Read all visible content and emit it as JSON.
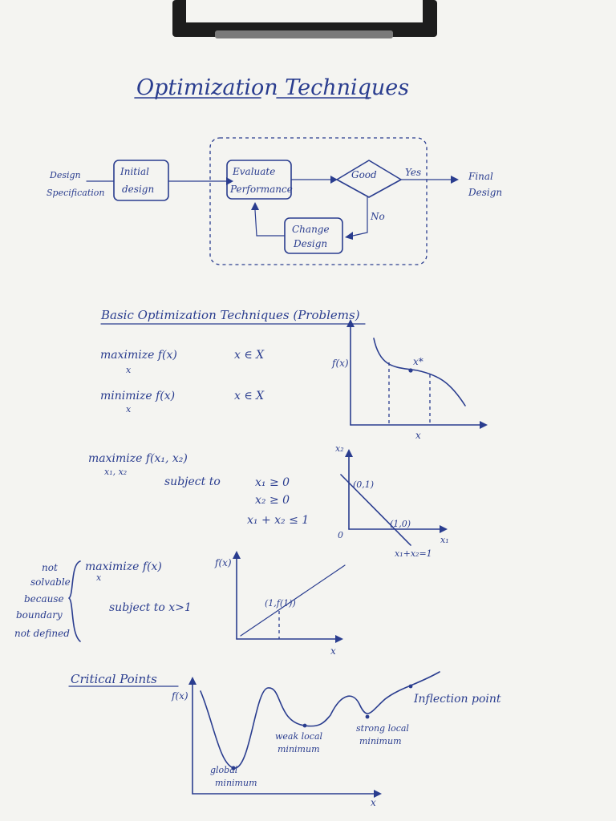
{
  "title": "Optimization Techniques",
  "flow": {
    "design_spec": [
      "Design",
      "Specification"
    ],
    "initial": [
      "Initial",
      "design"
    ],
    "evaluate": [
      "Evaluate",
      "Performance"
    ],
    "good": "Good",
    "yes": "Yes",
    "no": "No",
    "change": [
      "Change",
      "Design"
    ],
    "final": [
      "Final",
      "Design"
    ]
  },
  "basic": {
    "heading": "Basic Optimization Techniques (Problems)",
    "max": "maximize f(x)",
    "max_sub": "x",
    "max_dom": "x ∈ X",
    "min": "minimize f(x)",
    "min_sub": "x",
    "min_dom": "x ∈ X",
    "graph_y": "f(x)",
    "graph_x": "x",
    "graph_pt": "x*"
  },
  "constrained": {
    "obj": "maximize f(x₁, x₂)",
    "obj_sub": "x₁, x₂",
    "subject": "subject to",
    "c1": "x₁ ≥ 0",
    "c2": "x₂ ≥ 0",
    "c3": "x₁ + x₂ ≤ 1",
    "axis_y": "x₂",
    "axis_x": "x₁",
    "origin": "0",
    "p01": "(0,1)",
    "p10": "(1,0)",
    "line_eq": "x₁+x₂=1"
  },
  "unsolvable": {
    "note": [
      "not",
      "solvable",
      "because",
      "boundary",
      "not defined"
    ],
    "obj": "maximize f(x)",
    "obj_sub": "x",
    "subject": "subject to x>1",
    "graph_y": "f(x)",
    "graph_x": "x",
    "pt": "(1,f(1))"
  },
  "critical": {
    "heading": "Critical Points",
    "graph_y": "f(x)",
    "graph_x": "x",
    "inflection": "Inflection point",
    "weak": [
      "weak local",
      "minimum"
    ],
    "strong": [
      "strong local",
      "minimum"
    ],
    "global": [
      "global",
      "minimum"
    ]
  },
  "colors": {
    "ink": "#2a3d8f",
    "paper": "#f4f4f1",
    "clip": "#1a1a1a"
  }
}
